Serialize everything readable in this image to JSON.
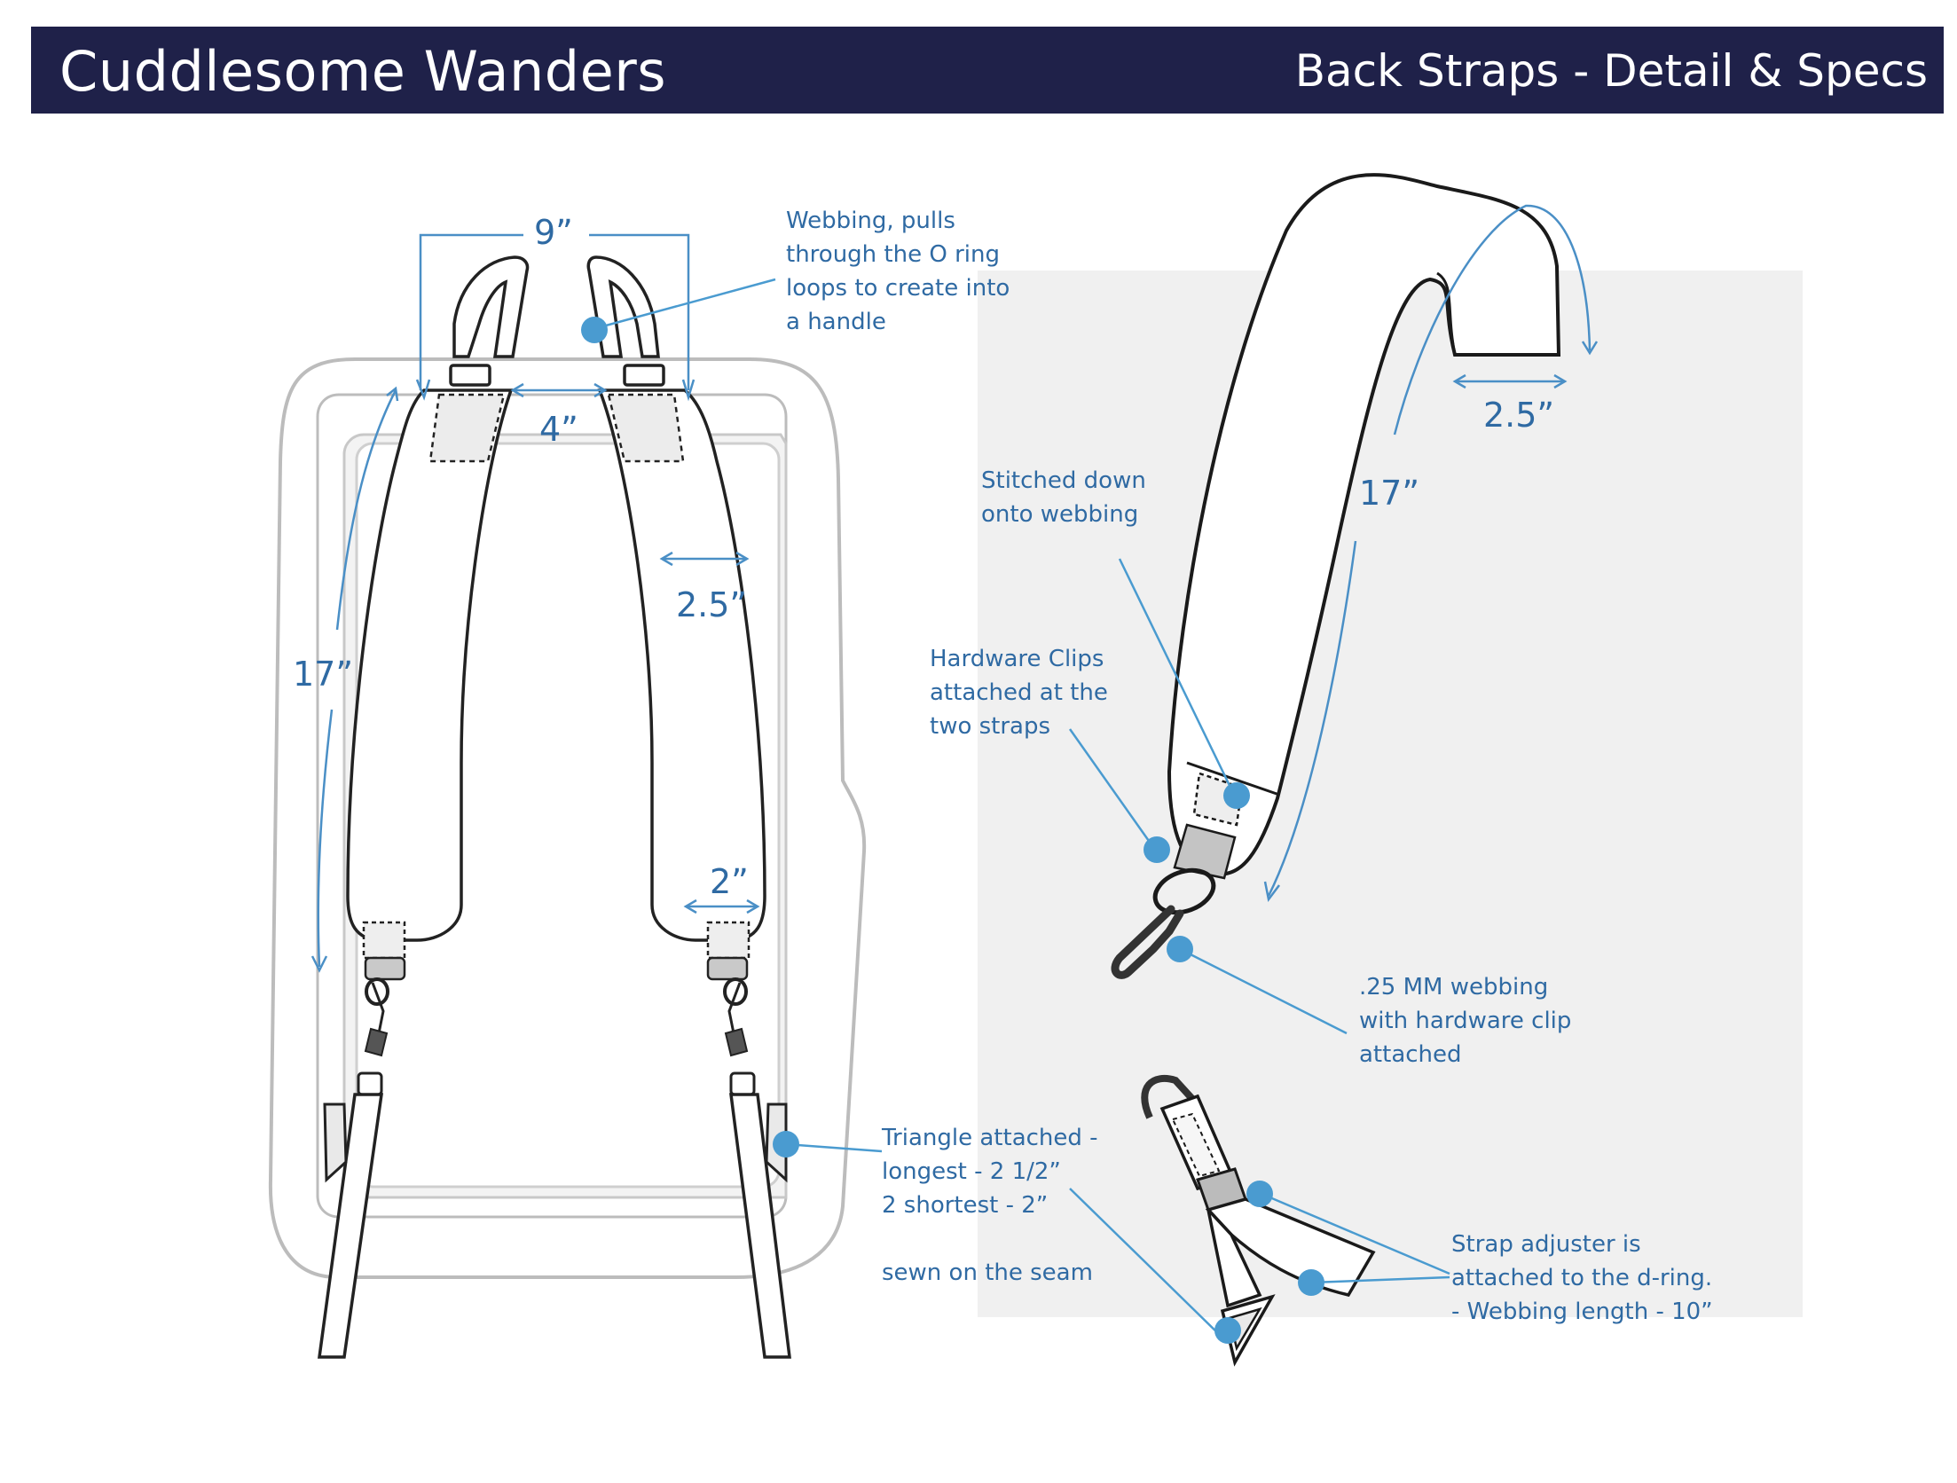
{
  "header": {
    "brand": "Cuddlesome Wanders",
    "page_title": "Back Straps - Detail & Specs"
  },
  "dimensions": {
    "handle_span": "9”",
    "strap_gap": "4”",
    "strap_length_back": "17”",
    "strap_width_top": "2.5”",
    "strap_width_bottom": "2”",
    "strap_length_side": "17”",
    "strap_width_side": "2.5”"
  },
  "annotations": {
    "webbing_handle": "Webbing, pulls\nthrough the O ring\nloops to create into\na handle",
    "stitched_down": "Stitched down\nonto webbing",
    "hardware_clips": "Hardware Clips\nattached at the\ntwo straps",
    "webbing_clip": ".25 MM webbing\nwith hardware clip\nattached",
    "triangle": "Triangle attached -\nlongest - 2 1/2”\n2 shortest - 2”\n\nsewn on the seam",
    "strap_adjuster": "Strap adjuster is\nattached to the d-ring.\n- Webbing length - 10”"
  },
  "colors": {
    "header_bg": "#1f2149",
    "annotation": "#2f6aa3",
    "callout_dot": "#4a9bd0",
    "panel_bg": "#f0f0f0"
  }
}
